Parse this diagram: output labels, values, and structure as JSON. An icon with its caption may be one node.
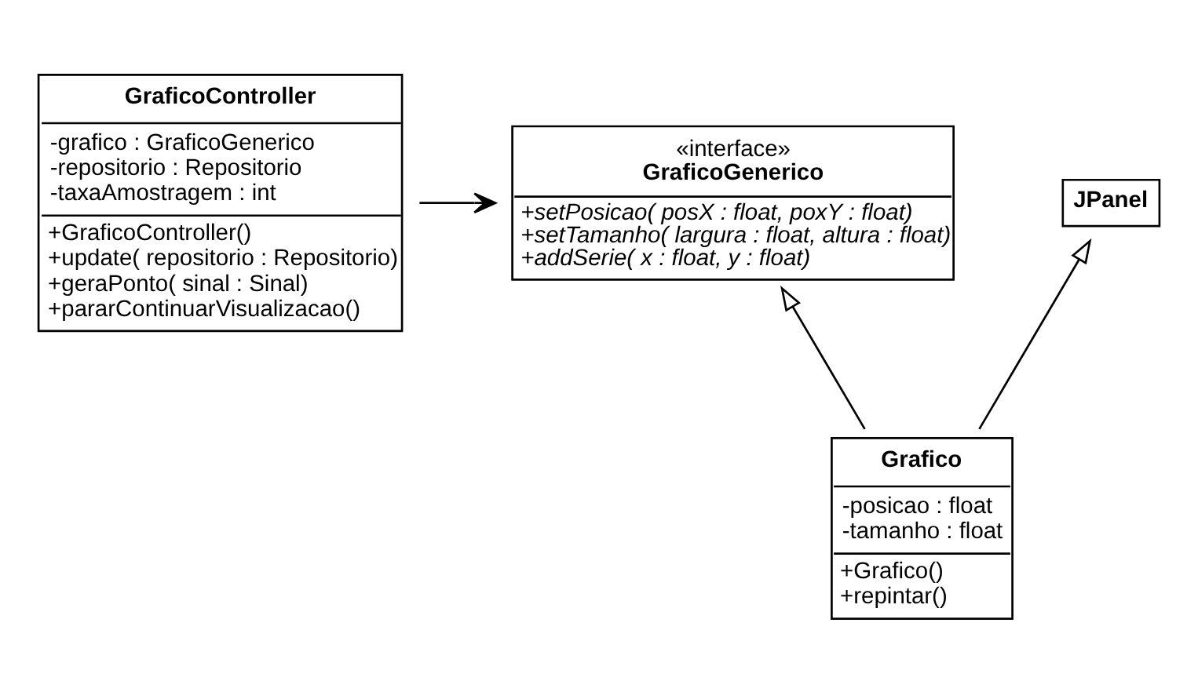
{
  "diagram": {
    "nodes": [
      {
        "text": [
          "GraficoController",
          "-grafico : GraficoGenerico",
          "-repositorio : Repositorio",
          "-taxaAmostragem : int",
          "+GraficoController()",
          "+update( repositorio : Repositorio)",
          "+geraPonto( sinal : Sinal)",
          "+pararContinuarVisualizacao()"
        ]
      },
      {
        "text": [
          "«interface»",
          "GraficoGenerico",
          "+setPosicao( posX : float, poxY : float)",
          "+setTamanho( largura : float, altura : float)",
          "+addSerie( x : float, y : float)"
        ]
      },
      {
        "text": [
          "JPanel"
        ]
      },
      {
        "text": [
          "Grafico",
          "-posicao : float",
          "-tamanho : float",
          "+Grafico()",
          "+repintar()"
        ]
      }
    ],
    "edges": [
      {
        "from": 0,
        "to": 1,
        "arrow": "to"
      },
      {
        "from": 3,
        "to": 1,
        "arrow": "to"
      },
      {
        "from": 3,
        "to": 2,
        "arrow": "to"
      }
    ]
  }
}
